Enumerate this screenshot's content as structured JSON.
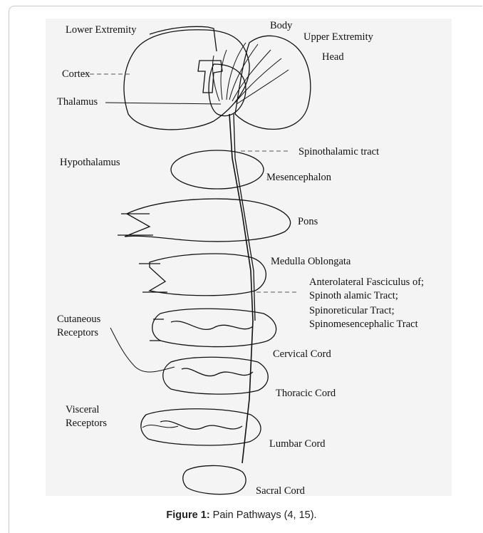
{
  "labels": {
    "lower_extremity": "Lower Extremity",
    "body": "Body",
    "upper_extremity": "Upper Extremity",
    "head": "Head",
    "cortex": "Cortex",
    "thalamus": "Thalamus",
    "hypothalamus": "Hypothalamus",
    "spinothalamic_tract": "Spinothalamic tract",
    "mesencephalon": "Mesencephalon",
    "pons": "Pons",
    "medulla_oblongata": "Medulla Oblongata",
    "anterolateral_1": "Anterolateral Fasciculus of;",
    "anterolateral_2": "Spinoth alamic Tract;",
    "anterolateral_3": "Spinoreticular Tract;",
    "anterolateral_4": "Spinomesencephalic Tract",
    "cutaneous_1": "Cutaneous",
    "cutaneous_2": "Receptors",
    "visceral_1": "Visceral",
    "visceral_2": "Receptors",
    "cervical_cord": "Cervical Cord",
    "thoracic_cord": "Thoracic Cord",
    "lumbar_cord": "Lumbar Cord",
    "sacral_cord": "Sacral Cord"
  },
  "caption": {
    "label": "Figure 1:",
    "text": " Pain Pathways (4, 15)."
  }
}
